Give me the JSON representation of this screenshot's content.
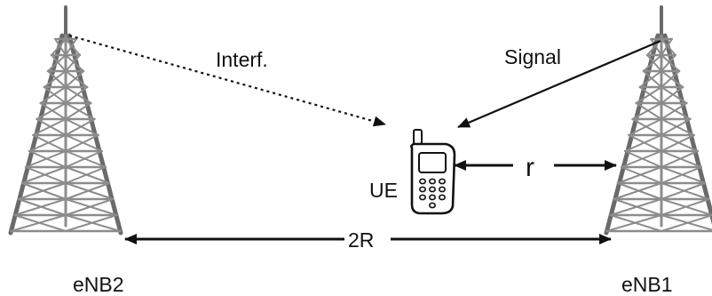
{
  "labels": {
    "interference": "Interf.",
    "signal": "Signal",
    "ue": "UE",
    "distance_r": "r",
    "distance_2r": "2R",
    "enb2": "eNB2",
    "enb1": "eNB1"
  },
  "colors": {
    "stroke": "#111111",
    "tower": "#8c8c8c",
    "tower_dark": "#6a6a6a",
    "phone_body": "#ffffff"
  },
  "icons": {
    "tower_left": "cell-tower-icon",
    "tower_right": "cell-tower-icon",
    "phone": "mobile-phone-icon"
  }
}
